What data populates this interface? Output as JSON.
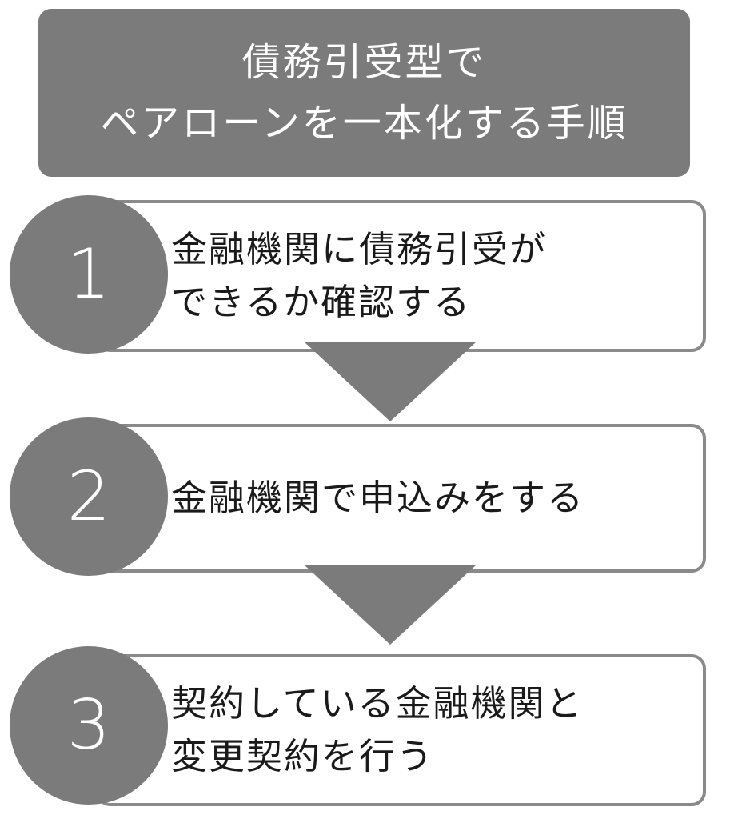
{
  "title": {
    "line1": "債務引受型で",
    "line2": "ペアローンを一本化する手順"
  },
  "steps": [
    {
      "number": "1",
      "lines": [
        "金融機関に債務引受が",
        "できるか確認する"
      ]
    },
    {
      "number": "2",
      "lines": [
        "金融機関で申込みをする"
      ]
    },
    {
      "number": "3",
      "lines": [
        "契約している金融機関と",
        "変更契約を行う"
      ]
    }
  ],
  "colors": {
    "circle": "#7b7b7b",
    "title_bg": "#7b7b7b",
    "border": "#8a8a8a",
    "text": "#1a1a1a"
  }
}
